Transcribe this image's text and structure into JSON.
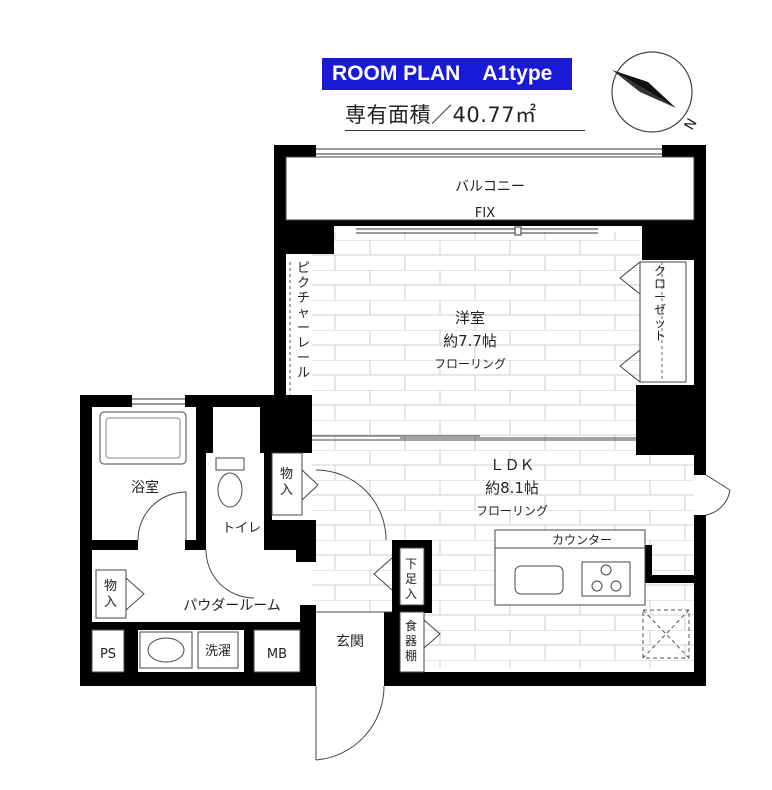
{
  "header": {
    "title": "ROOM PLAN",
    "type": "A1type",
    "area": "専有面積／40.77㎡"
  },
  "compass": {
    "label": "N",
    "icon": "north-arrow-icon"
  },
  "rooms": {
    "balcony": "バルコニー",
    "fix_window": "FIX",
    "western_room": {
      "name": "洋室",
      "size": "約7.7帖",
      "floor": "フローリング"
    },
    "picture_rail": "ピクチャーレール",
    "closet": "クローゼット",
    "ldk": {
      "name": "ＬＤＫ",
      "size": "約8.1帖",
      "floor": "フローリング"
    },
    "counter": "カウンター",
    "bathroom": "浴室",
    "toilet": "トイレ",
    "storage_1": "物入",
    "storage_2": "物入",
    "powder_room": "パウダールーム",
    "washer": "洗濯",
    "ps": "PS",
    "mb": "MB",
    "entrance": "玄関",
    "shoe_cabinet": "下足入",
    "cupboard": "食器棚"
  },
  "colors": {
    "wall": "#000000",
    "header_bg": "#1a1ad6",
    "floor_lines": "#cccccc"
  }
}
